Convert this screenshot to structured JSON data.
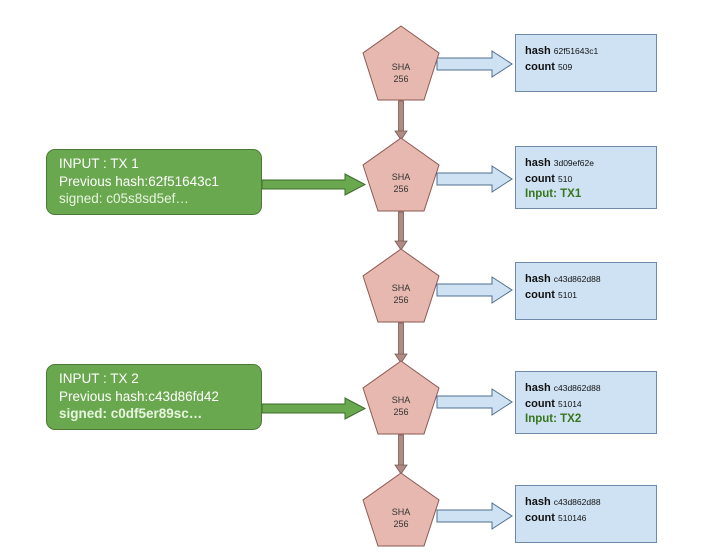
{
  "hash_nodes": [
    {
      "label_top": "SHA",
      "label_bottom": "256"
    },
    {
      "label_top": "SHA",
      "label_bottom": "256"
    },
    {
      "label_top": "SHA",
      "label_bottom": "256"
    },
    {
      "label_top": "SHA",
      "label_bottom": "256"
    },
    {
      "label_top": "SHA",
      "label_bottom": "256"
    }
  ],
  "outputs": [
    {
      "hash_label": "hash",
      "hash_value": "62f51643c1",
      "count_label": "count",
      "count_value": "509",
      "input": ""
    },
    {
      "hash_label": "hash",
      "hash_value": "3d09ef62e",
      "count_label": "count",
      "count_value": "510",
      "input": "Input: TX1"
    },
    {
      "hash_label": "hash",
      "hash_value": "c43d862d88",
      "count_label": "count",
      "count_value": "5101",
      "input": ""
    },
    {
      "hash_label": "hash",
      "hash_value": "c43d862d88",
      "count_label": "count",
      "count_value": "51014",
      "input": "Input: TX2"
    },
    {
      "hash_label": "hash",
      "hash_value": "c43d862d88",
      "count_label": "count",
      "count_value": "510146",
      "input": ""
    }
  ],
  "inputs": [
    {
      "title": "INPUT : TX 1",
      "previous_hash": "Previous hash:62f51643c1",
      "signed": "signed: c05s8sd5ef…"
    },
    {
      "title": "INPUT : TX 2",
      "previous_hash": "Previous hash:c43d86fd42",
      "signed": "signed: c0df5er89sc…"
    }
  ],
  "colors": {
    "pentagon_fill": "#e6b8af",
    "pentagon_stroke": "#8c5a52",
    "chain_arrow": "#b08b84",
    "output_box": "#cfe2f3",
    "output_arrow": "#cfe2f3",
    "input_box": "#6aa84f",
    "input_arrow": "#6aa84f",
    "input_text": "#38761d"
  }
}
